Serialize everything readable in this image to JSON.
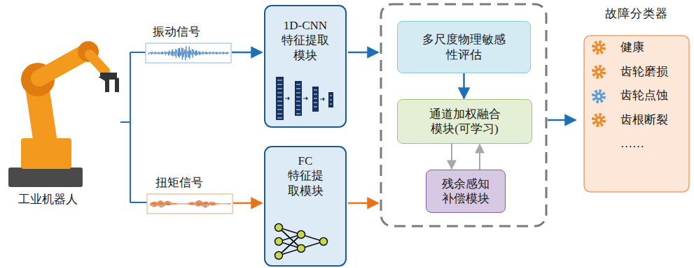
{
  "diagram": {
    "nodes": [
      {
        "text": [
          "1D-CNN 特征提取 模块"
        ]
      },
      {
        "text": [
          "FC 特征提 取模块"
        ]
      },
      {
        "text": [
          "多尺度物理敏感 性评估"
        ]
      },
      {
        "text": [
          "通道加权融合 模块(可学习)"
        ]
      },
      {
        "text": [
          "残余感知 补偿模块"
        ]
      },
      {
        "text": [
          "故障分类器",
          "健康",
          "齿轮磨损",
          "齿轮点蚀",
          "齿根断裂",
          "……"
        ]
      }
    ],
    "edges": [
      {
        "from": 2,
        "to": 3,
        "arrow": "to"
      },
      {
        "from": 3,
        "to": 4,
        "arrow": "to"
      },
      {
        "from": 4,
        "to": 3,
        "arrow": "to"
      }
    ],
    "labels": [
      "振动信号",
      "扭矩信号",
      "工业机器人"
    ]
  }
}
